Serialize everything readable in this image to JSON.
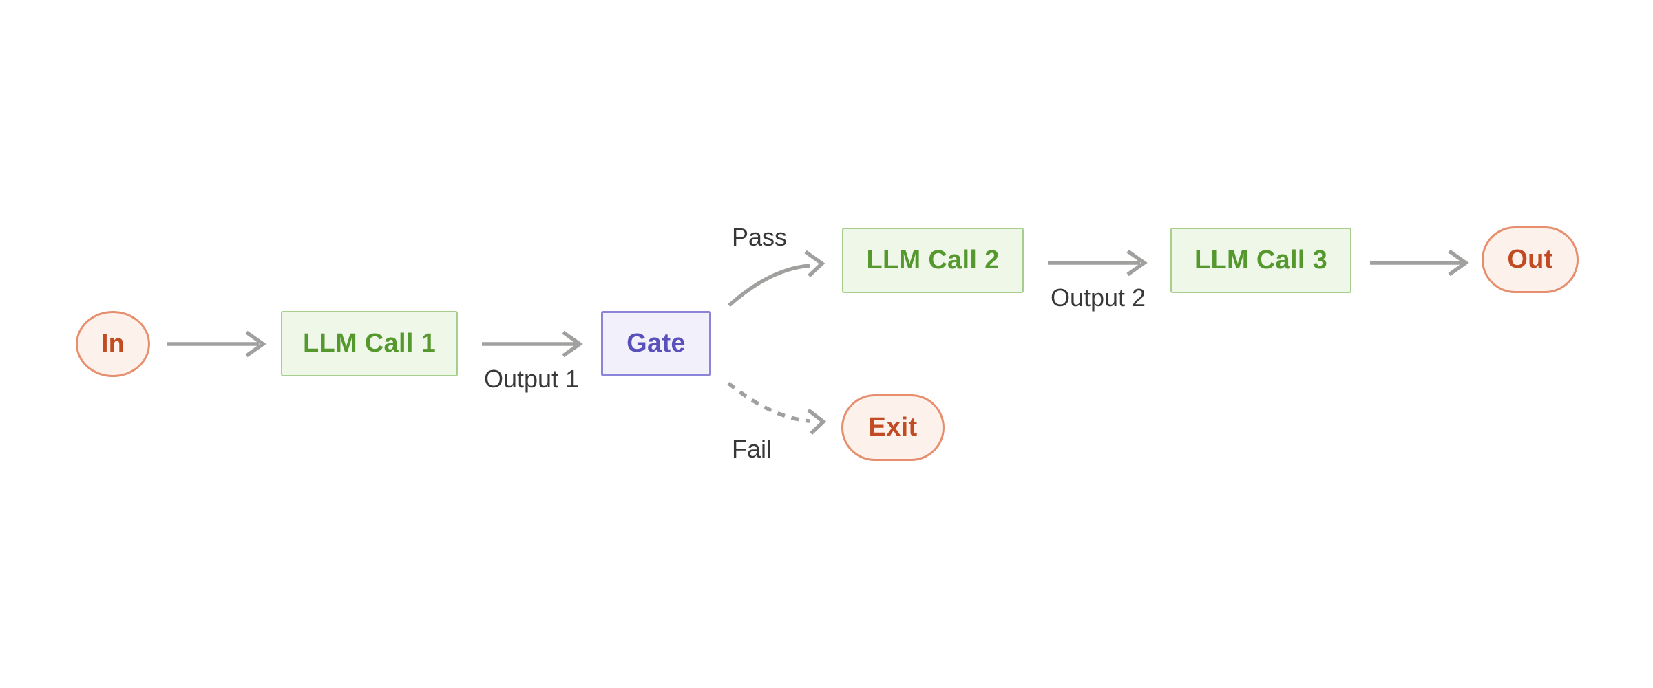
{
  "diagram": {
    "type": "flowchart",
    "nodes": {
      "in": {
        "label": "In",
        "shape": "circle",
        "role": "terminal"
      },
      "llm_call_1": {
        "label": "LLM Call 1",
        "shape": "rectangle",
        "role": "process"
      },
      "gate": {
        "label": "Gate",
        "shape": "rectangle",
        "role": "decision"
      },
      "llm_call_2": {
        "label": "LLM Call 2",
        "shape": "rectangle",
        "role": "process"
      },
      "llm_call_3": {
        "label": "LLM Call 3",
        "shape": "rectangle",
        "role": "process"
      },
      "out": {
        "label": "Out",
        "shape": "pill",
        "role": "terminal"
      },
      "exit": {
        "label": "Exit",
        "shape": "pill",
        "role": "terminal"
      }
    },
    "edges": [
      {
        "from": "in",
        "to": "llm_call_1",
        "style": "solid",
        "label": ""
      },
      {
        "from": "llm_call_1",
        "to": "gate",
        "style": "solid",
        "label": "Output 1",
        "label_position": "below"
      },
      {
        "from": "gate",
        "to": "llm_call_2",
        "style": "solid",
        "label": "Pass",
        "label_position": "above"
      },
      {
        "from": "gate",
        "to": "exit",
        "style": "dashed",
        "label": "Fail",
        "label_position": "below"
      },
      {
        "from": "llm_call_2",
        "to": "llm_call_3",
        "style": "solid",
        "label": "Output 2",
        "label_position": "below"
      },
      {
        "from": "llm_call_3",
        "to": "out",
        "style": "solid",
        "label": ""
      }
    ],
    "colors": {
      "background": "#ffffff",
      "terminal_fill": "#fdf1ec",
      "terminal_border": "#e68e6e",
      "terminal_text": "#c14b22",
      "process_fill": "#eff7e9",
      "process_border": "#a7ce8c",
      "process_text": "#55982e",
      "decision_fill": "#f1f0fb",
      "decision_border": "#8c84d8",
      "decision_text": "#5a50bb",
      "arrow": "#a0a09e",
      "edge_label_text": "#38383a"
    }
  }
}
